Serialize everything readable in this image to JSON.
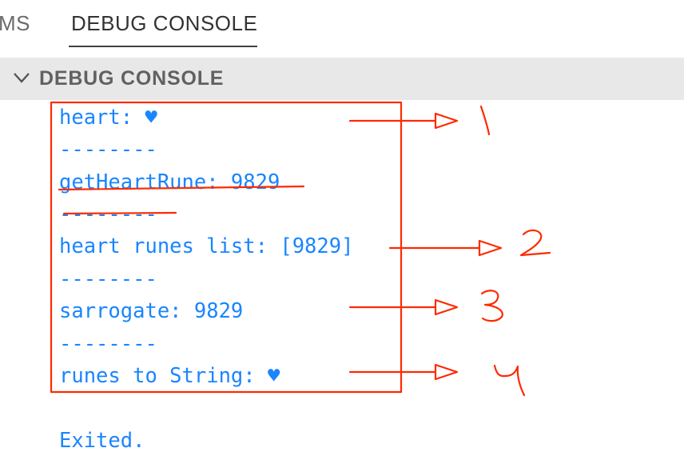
{
  "tabs": {
    "prev_partial": "MS",
    "active": "DEBUG CONSOLE"
  },
  "section": {
    "title": "DEBUG CONSOLE",
    "expanded_icon": "chevron-down-icon"
  },
  "console": {
    "lines": [
      "heart: ♥",
      "--------",
      "getHeartRune: 9829",
      "--------",
      "heart runes list: [9829]",
      "--------",
      "sarrogate: 9829",
      "--------",
      "runes to String: ♥"
    ],
    "exit_line": "Exited."
  },
  "annotations": {
    "color": "#ff2a00",
    "markers": [
      "1",
      "2",
      "3",
      "4"
    ],
    "struck_lines": [
      "getHeartRune: 9829",
      "--------"
    ]
  },
  "colors": {
    "console_text": "#1a85ff",
    "header_bg": "#e8e8e8"
  }
}
